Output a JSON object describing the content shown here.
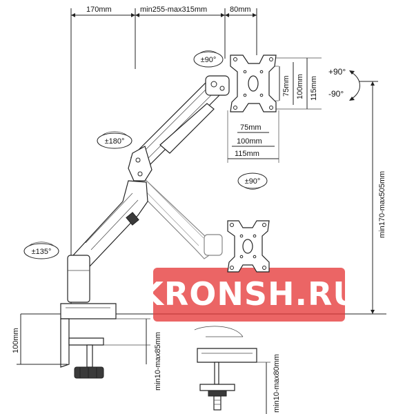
{
  "top_dims": {
    "base_offset": "170mm",
    "arm_reach": "min255-max315mm",
    "plate_offset": "80mm"
  },
  "vesa_dims": {
    "h75": "75mm",
    "h100": "100mm",
    "h115": "115mm",
    "v75": "75mm",
    "v100": "100mm",
    "v115": "115mm"
  },
  "height_range": "min170-max505mm",
  "clamp_dims": {
    "base_height": "100mm",
    "clamp_range": "min10-max85mm",
    "grommet_range": "min10-max80mm"
  },
  "rotation_badges": {
    "tilt": "±90°",
    "swivel_arm": "±180°",
    "swivel_base": "±135°",
    "pivot": "±90°"
  },
  "tilt_labels": {
    "up": "+90°",
    "down": "-90°"
  },
  "watermark": {
    "text": "KRONSH.RU",
    "color": "#e63a3a"
  }
}
